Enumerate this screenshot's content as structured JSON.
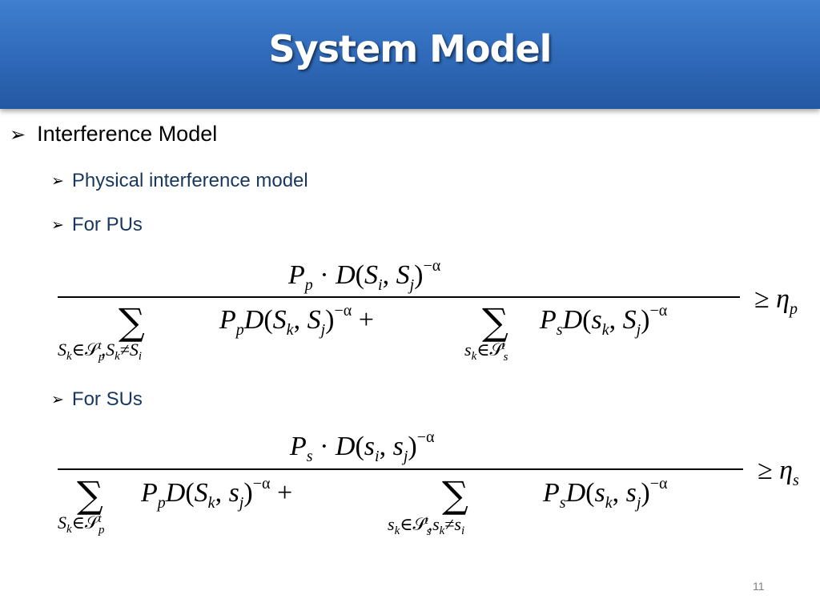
{
  "slide": {
    "title": "System Model",
    "page_number": "11"
  },
  "bullets": {
    "main": {
      "marker": "➢",
      "text": "Interference Model"
    },
    "physical": {
      "marker": "➢",
      "text": "Physical interference model"
    },
    "pus": {
      "marker": "➢",
      "text": "For PUs"
    },
    "sus": {
      "marker": "➢",
      "text": "For SUs"
    }
  },
  "equations": {
    "pu": {
      "numerator": "P_p · D(S_i, S_j)^−α",
      "sum1_index": "S_k∈𝒮_p^t, S_k≠S_i",
      "sum1_term": "P_p D(S_k, S_j)^−α",
      "plus": "+",
      "sum2_index": "s_k∈𝒮_s^t",
      "sum2_term": "P_s D(s_k, S_j)^−α",
      "relation": "≥ η_p"
    },
    "su": {
      "numerator": "P_s · D(s_i, s_j)^−α",
      "sum1_index": "S_k∈𝒮_p^t",
      "sum1_term": "P_p D(S_k, s_j)^−α",
      "plus": "+",
      "sum2_index": "s_k∈𝒮_s^t, s_k≠s_i",
      "sum2_term": "P_s D(s_k, s_j)^−α",
      "relation": "≥ η_s"
    }
  }
}
